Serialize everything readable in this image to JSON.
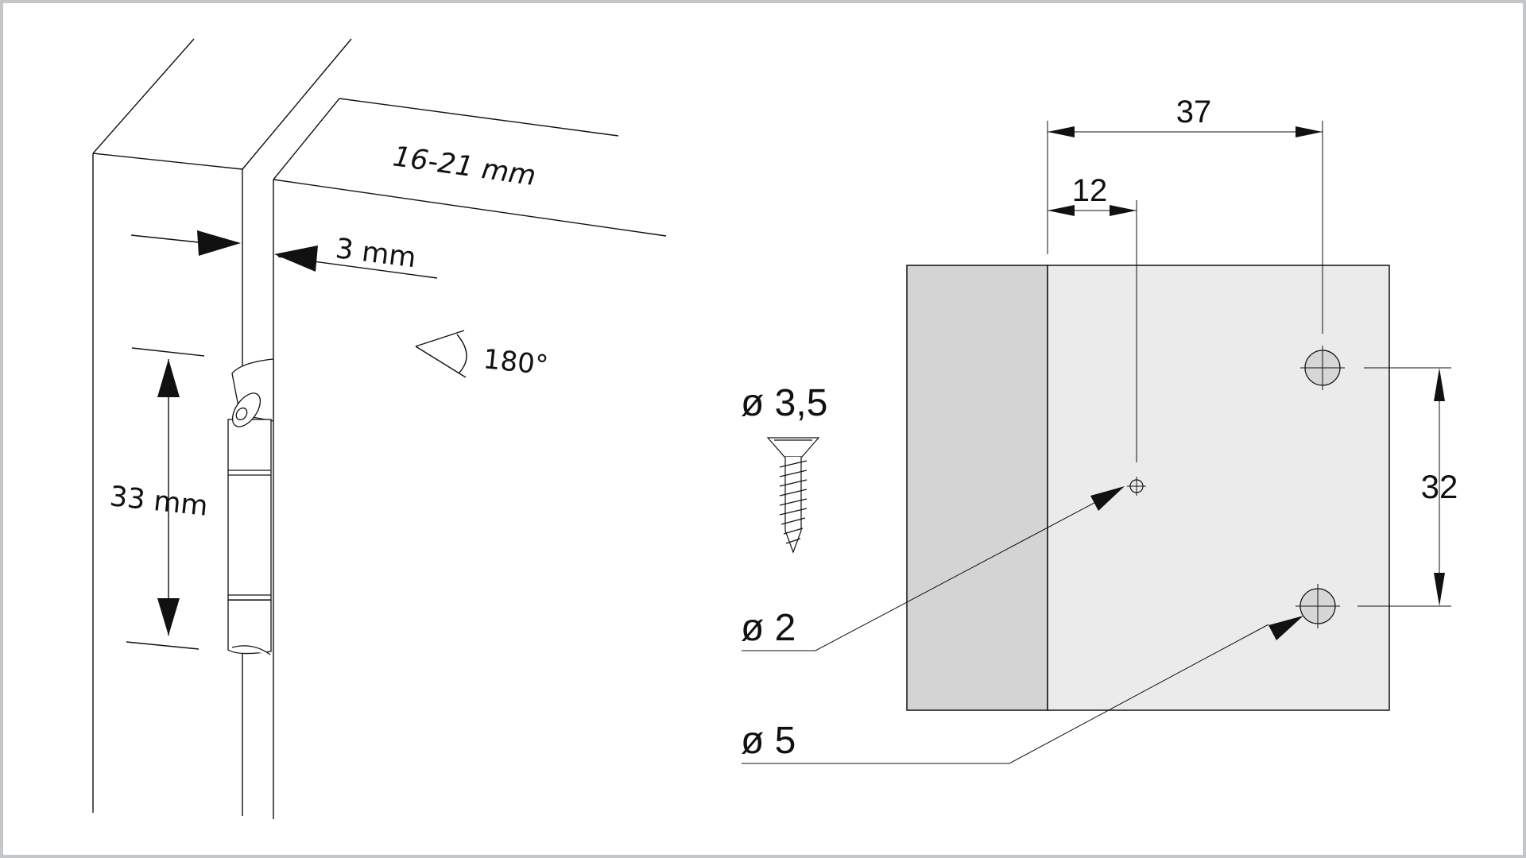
{
  "left_view": {
    "panel_thickness_label": "16-21 mm",
    "gap_label": "3 mm",
    "opening_angle_label": "180°",
    "hinge_length_label": "33 mm"
  },
  "right_view": {
    "dim_top_label": "37",
    "dim_edge_label": "12",
    "dim_vertical_label": "32",
    "screw_diameter_label": "ø 3,5",
    "pilot_hole_label": "ø 2",
    "hole_label": "ø 5"
  },
  "colors": {
    "line": "#111111",
    "panel_dark": "#d4d4d4",
    "panel_light": "#ebebeb",
    "hole_fill": "#d6d6d6",
    "frame": "#c4c7c9"
  }
}
